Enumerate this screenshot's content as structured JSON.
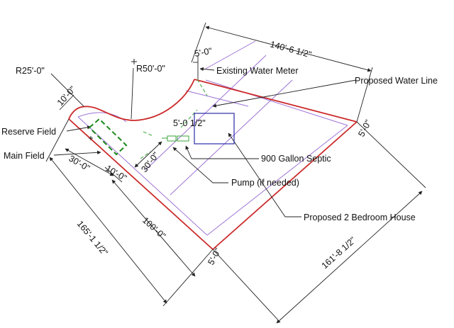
{
  "labels": {
    "water_meter": "Existing Water Meter",
    "water_line": "Proposed Water Line",
    "reserve_field": "Reserve Field",
    "main_field": "Main Field",
    "septic": "900 Gallon Septic",
    "pump": "Pump (if needed)",
    "house": "Proposed 2 Bedroom House"
  },
  "dimensions": {
    "top_length": "140'-6 1/2\"",
    "radius_small": "R25'-0\"",
    "radius_large": "R50'-0\"",
    "setback_top": "5'-0\"",
    "setback_right": "5'-0\"",
    "setback_bottom": "5'-0\"",
    "setback_house": "5'-0 1/2\"",
    "field_width": "10'-0\"",
    "field_spacing": "30'-0\"",
    "field_setback": "10'-0\"",
    "septic_spacing": "30'-0\"",
    "house_length": "100'-0\"",
    "left_length": "165'-1 1/2\"",
    "right_length": "161'-8 1/2\""
  },
  "colors": {
    "property_line": "#cc2b2b",
    "setback_line": "#9d73d6",
    "drain_field": "#1c8a1c",
    "septic_green": "#3aa63a",
    "house": "#2b2ba8",
    "lines": "#222222"
  }
}
